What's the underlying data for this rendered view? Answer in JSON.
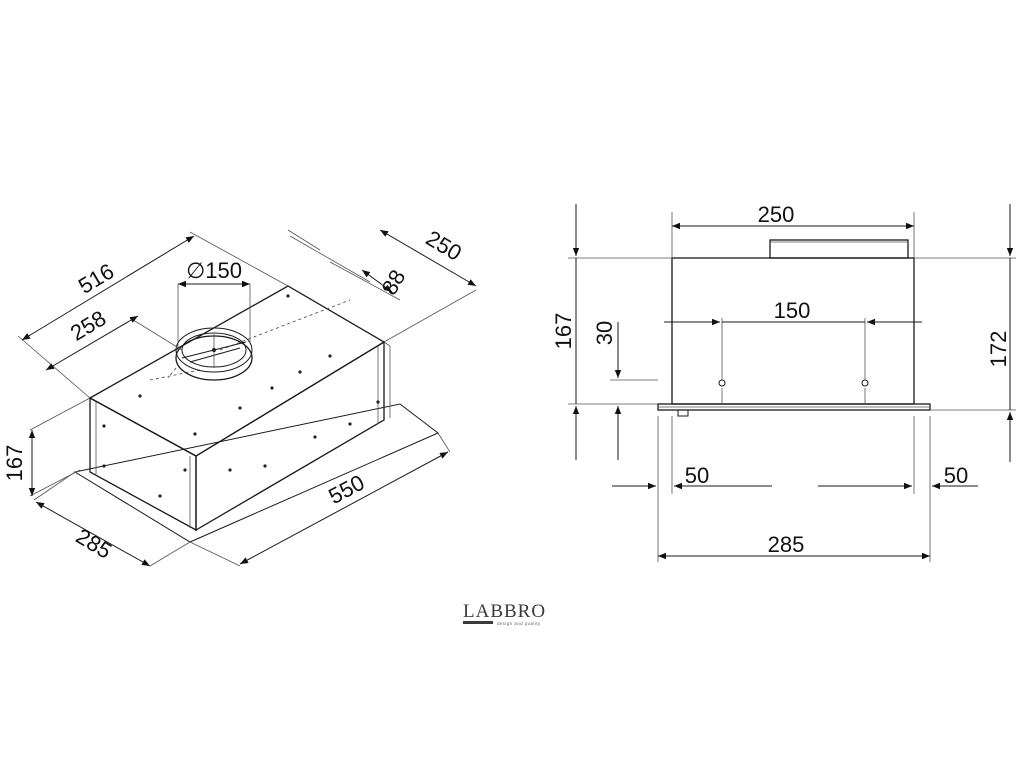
{
  "iso_view": {
    "width_top": "516",
    "half_width": "258",
    "duct_diameter": "∅150",
    "depth_top": "250",
    "duct_offset": "88",
    "height": "167",
    "depth": "285",
    "width": "550"
  },
  "front_view": {
    "top_width": "250",
    "body_height": "167",
    "outlet_height": "30",
    "hole_spacing": "150",
    "total_height": "172",
    "left_offset": "50",
    "right_offset": "50",
    "base_width": "285"
  },
  "logo": {
    "brand": "LABBRO",
    "tagline": "design and quality"
  },
  "colors": {
    "line": "#1a1a1a",
    "text": "#111111",
    "panel_fill": "#f4f4f4"
  }
}
